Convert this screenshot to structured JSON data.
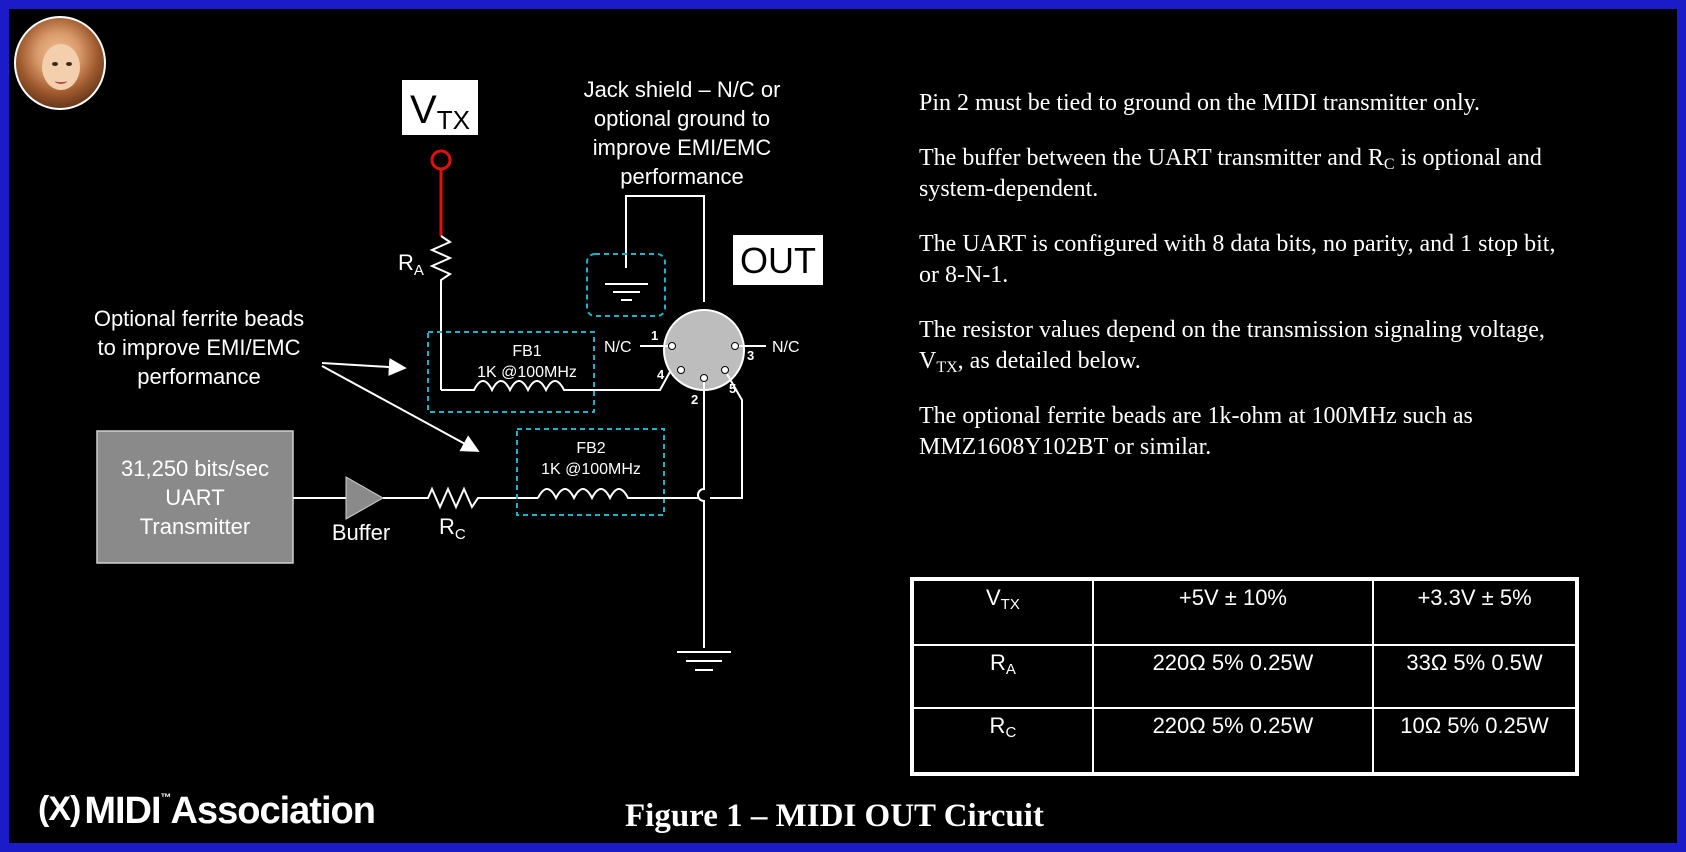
{
  "labels": {
    "vtx_main": "V",
    "vtx_sub": "TX",
    "jack_shield_lines": [
      "Jack shield – N/C or",
      "optional ground to",
      "improve EMI/EMC",
      "performance"
    ],
    "out": "OUT",
    "ra_main": "R",
    "ra_sub": "A",
    "rc_main": "R",
    "rc_sub": "C",
    "ferrite_lines": [
      "Optional ferrite beads",
      "to improve EMI/EMC",
      "performance"
    ],
    "fb1_lines": [
      "FB1",
      "1K @100MHz"
    ],
    "fb2_lines": [
      "FB2",
      "1K @100MHz"
    ],
    "uart_lines": [
      "31,250 bits/sec",
      "UART",
      "Transmitter"
    ],
    "buffer": "Buffer",
    "nc_left": "N/C",
    "nc_right": "N/C",
    "pin1": "1",
    "pin2": "2",
    "pin3": "3",
    "pin4": "4",
    "pin5": "5"
  },
  "notes": [
    {
      "text": "Pin 2 must be tied to ground on the MIDI transmitter only."
    },
    {
      "pre": "The buffer between the UART transmitter and R",
      "sub": "C",
      "post": " is optional and system-dependent."
    },
    {
      "text": "The UART is configured with 8 data bits, no parity, and 1 stop bit, or 8-N-1."
    },
    {
      "pre": "The resistor values depend on the transmission signaling voltage, V",
      "sub": "TX",
      "post": ", as detailed below."
    },
    {
      "text": "The optional ferrite beads are 1k-ohm at 100MHz such as MMZ1608Y102BT or similar."
    }
  ],
  "table": {
    "rows": [
      {
        "label_main": "V",
        "label_sub": "TX",
        "col5v": "+5V ± 10%",
        "col33v": "+3.3V ± 5%"
      },
      {
        "label_main": "R",
        "label_sub": "A",
        "col5v": "220Ω 5% 0.25W",
        "col33v": "33Ω 5% 0.5W"
      },
      {
        "label_main": "R",
        "label_sub": "C",
        "col5v": "220Ω 5% 0.25W",
        "col33v": "10Ω 5% 0.25W"
      }
    ]
  },
  "logo": {
    "mark": "(X)",
    "midi": "MIDI",
    "tm": "™",
    "association": "Association"
  },
  "caption": "Figure 1 – MIDI OUT Circuit",
  "colors": {
    "border": "#1b1bc8",
    "background": "#000000",
    "vtx_wire": "#e01010",
    "dashed_box": "#19b4c8",
    "uart_box": "#8a8a8a"
  }
}
